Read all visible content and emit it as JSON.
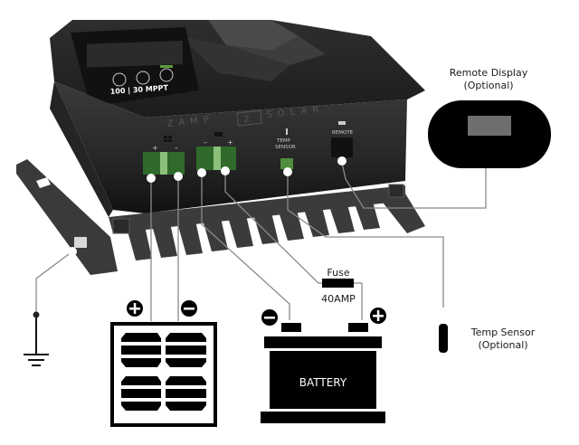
{
  "controller": {
    "model_label": "100 | 30 MPPT",
    "brand_left": "ZAMP",
    "brand_logo": "Z",
    "brand_right": "SOLAR",
    "terminal_solar_plus": "+",
    "terminal_solar_minus": "–",
    "terminal_battery_minus": "–",
    "terminal_battery_plus": "+",
    "temp_sensor_port_label_1": "TEMP",
    "temp_sensor_port_label_2": "SENSOR",
    "remote_port_label": "REMOTE",
    "accent_color": "#5c9a3c"
  },
  "remote_display": {
    "title": "Remote Display",
    "subtitle": "(Optional)"
  },
  "temp_sensor": {
    "title": "Temp Sensor",
    "subtitle": "(Optional)"
  },
  "fuse": {
    "title": "Fuse",
    "rating": "40AMP"
  },
  "battery": {
    "label": "BATTERY",
    "neg_symbol": "−",
    "pos_symbol": "+"
  },
  "solar_panel": {
    "pos_symbol": "+",
    "neg_symbol": "−"
  },
  "ground": {
    "icon": "ground-icon"
  }
}
